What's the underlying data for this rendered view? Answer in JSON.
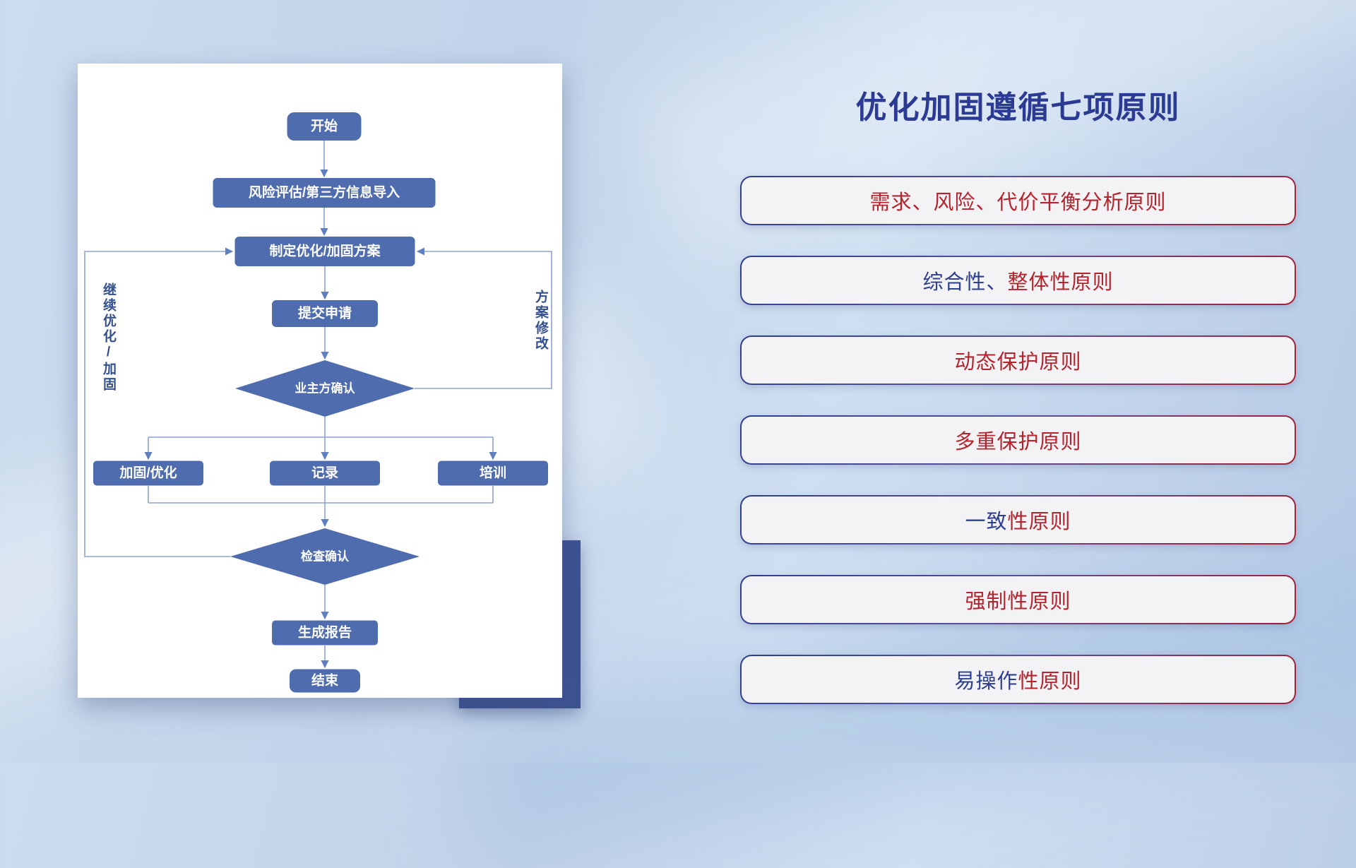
{
  "slide": {
    "title": "优化加固遵循七项原则"
  },
  "flowchart": {
    "nodes": {
      "start": "开始",
      "risk_import": "风险评估/第三方信息导入",
      "make_plan": "制定优化/加固方案",
      "submit": "提交申请",
      "owner_confirm": "业主方确认",
      "reinforce": "加固/优化",
      "record": "记录",
      "training": "培训",
      "check_confirm": "检查确认",
      "report": "生成报告",
      "end": "结束"
    },
    "loop_labels": {
      "continue_optimize": "继续优化/加固",
      "plan_revise": "方案修改"
    }
  },
  "principles": [
    {
      "segments": [
        {
          "text": "需求、风险、代价平衡分析原则",
          "cls": "seg-red"
        }
      ]
    },
    {
      "segments": [
        {
          "text": "综合性、",
          "cls": "seg-navy"
        },
        {
          "text": "整体性原则",
          "cls": "seg-red"
        }
      ]
    },
    {
      "segments": [
        {
          "text": "动态保护原则",
          "cls": "seg-red"
        }
      ]
    },
    {
      "segments": [
        {
          "text": "多重保护原则",
          "cls": "seg-red"
        }
      ]
    },
    {
      "segments": [
        {
          "text": "一致",
          "cls": "seg-navy"
        },
        {
          "text": "性原则",
          "cls": "seg-red"
        }
      ]
    },
    {
      "segments": [
        {
          "text": "强制性原则",
          "cls": "seg-red"
        }
      ]
    },
    {
      "segments": [
        {
          "text": "易操作",
          "cls": "seg-navy"
        },
        {
          "text": "性原则",
          "cls": "seg-red"
        }
      ]
    }
  ],
  "colors": {
    "title_navy": "#2b3a92",
    "principle_red": "#b5232d",
    "principle_navy": "#2e3f8f",
    "node_blue": "#4f6cae",
    "connector_blue": "#8aa3d4",
    "accent_block": "#3d5291"
  }
}
